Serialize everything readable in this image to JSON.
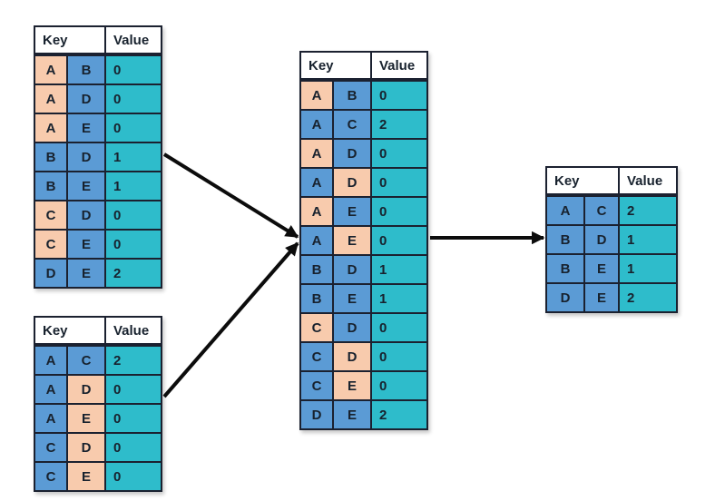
{
  "colors": {
    "orange": "#F8CBAD",
    "blue": "#5B9BD5",
    "teal": "#2EBCCB",
    "border": "#1B2130",
    "header_bg": "#FFFFFF",
    "text": "#18222E",
    "arrow": "#0C0C0C"
  },
  "table_header": {
    "key": "Key",
    "value": "Value"
  },
  "tables": {
    "input_top": {
      "rows": [
        {
          "key1": "A",
          "key1_color": "orange",
          "key2": "B",
          "key2_color": "blue",
          "value": "0"
        },
        {
          "key1": "A",
          "key1_color": "orange",
          "key2": "D",
          "key2_color": "blue",
          "value": "0"
        },
        {
          "key1": "A",
          "key1_color": "orange",
          "key2": "E",
          "key2_color": "blue",
          "value": "0"
        },
        {
          "key1": "B",
          "key1_color": "blue",
          "key2": "D",
          "key2_color": "blue",
          "value": "1"
        },
        {
          "key1": "B",
          "key1_color": "blue",
          "key2": "E",
          "key2_color": "blue",
          "value": "1"
        },
        {
          "key1": "C",
          "key1_color": "orange",
          "key2": "D",
          "key2_color": "blue",
          "value": "0"
        },
        {
          "key1": "C",
          "key1_color": "orange",
          "key2": "E",
          "key2_color": "blue",
          "value": "0"
        },
        {
          "key1": "D",
          "key1_color": "blue",
          "key2": "E",
          "key2_color": "blue",
          "value": "2"
        }
      ]
    },
    "input_bottom": {
      "rows": [
        {
          "key1": "A",
          "key1_color": "blue",
          "key2": "C",
          "key2_color": "blue",
          "value": "2"
        },
        {
          "key1": "A",
          "key1_color": "blue",
          "key2": "D",
          "key2_color": "orange",
          "value": "0"
        },
        {
          "key1": "A",
          "key1_color": "blue",
          "key2": "E",
          "key2_color": "orange",
          "value": "0"
        },
        {
          "key1": "C",
          "key1_color": "blue",
          "key2": "D",
          "key2_color": "orange",
          "value": "0"
        },
        {
          "key1": "C",
          "key1_color": "blue",
          "key2": "E",
          "key2_color": "orange",
          "value": "0"
        }
      ]
    },
    "merged": {
      "rows": [
        {
          "key1": "A",
          "key1_color": "orange",
          "key2": "B",
          "key2_color": "blue",
          "value": "0"
        },
        {
          "key1": "A",
          "key1_color": "blue",
          "key2": "C",
          "key2_color": "blue",
          "value": "2"
        },
        {
          "key1": "A",
          "key1_color": "orange",
          "key2": "D",
          "key2_color": "blue",
          "value": "0"
        },
        {
          "key1": "A",
          "key1_color": "blue",
          "key2": "D",
          "key2_color": "orange",
          "value": "0"
        },
        {
          "key1": "A",
          "key1_color": "orange",
          "key2": "E",
          "key2_color": "blue",
          "value": "0"
        },
        {
          "key1": "A",
          "key1_color": "blue",
          "key2": "E",
          "key2_color": "orange",
          "value": "0"
        },
        {
          "key1": "B",
          "key1_color": "blue",
          "key2": "D",
          "key2_color": "blue",
          "value": "1"
        },
        {
          "key1": "B",
          "key1_color": "blue",
          "key2": "E",
          "key2_color": "blue",
          "value": "1"
        },
        {
          "key1": "C",
          "key1_color": "orange",
          "key2": "D",
          "key2_color": "blue",
          "value": "0"
        },
        {
          "key1": "C",
          "key1_color": "blue",
          "key2": "D",
          "key2_color": "orange",
          "value": "0"
        },
        {
          "key1": "C",
          "key1_color": "blue",
          "key2": "E",
          "key2_color": "orange",
          "value": "0"
        },
        {
          "key1": "D",
          "key1_color": "blue",
          "key2": "E",
          "key2_color": "blue",
          "value": "2"
        }
      ]
    },
    "result": {
      "rows": [
        {
          "key1": "A",
          "key1_color": "blue",
          "key2": "C",
          "key2_color": "blue",
          "value": "2"
        },
        {
          "key1": "B",
          "key1_color": "blue",
          "key2": "D",
          "key2_color": "blue",
          "value": "1"
        },
        {
          "key1": "B",
          "key1_color": "blue",
          "key2": "E",
          "key2_color": "blue",
          "value": "1"
        },
        {
          "key1": "D",
          "key1_color": "blue",
          "key2": "E",
          "key2_color": "blue",
          "value": "2"
        }
      ]
    }
  }
}
